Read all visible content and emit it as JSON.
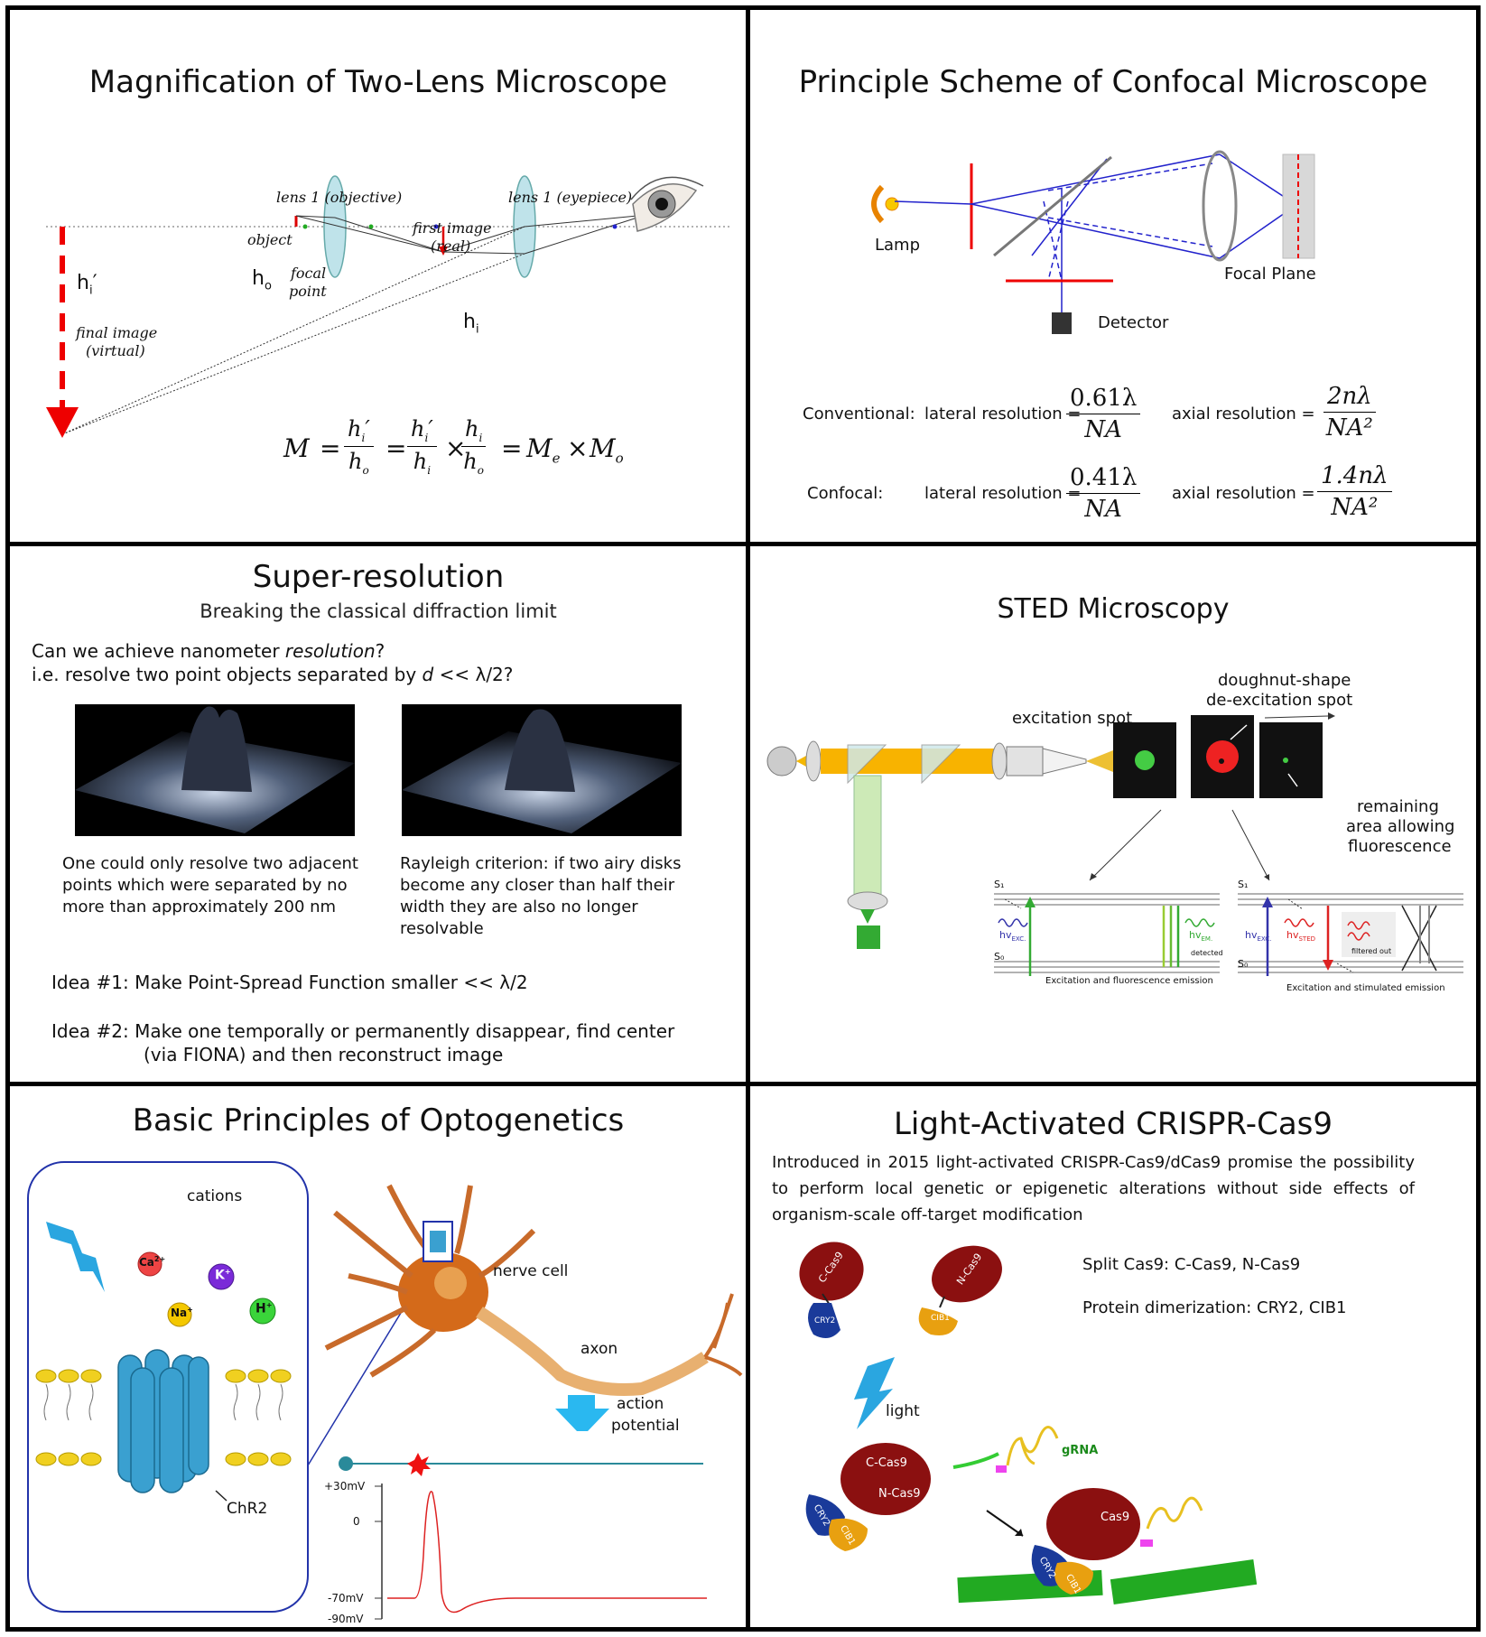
{
  "panel1": {
    "title": "Magnification of Two-Lens Microscope",
    "lens1_label": "lens 1 (objective)",
    "lens2_label": "lens 1 (eyepiece)",
    "object_label": "object",
    "first_image_label_1": "first image",
    "first_image_label_2": "(real)",
    "focal_label_1": "focal",
    "focal_label_2": "point",
    "ho_label": "h",
    "ho_sub": "o",
    "hi_label": "h",
    "hi_sub": "i",
    "hiprime_label": "h",
    "hiprime_sub": "i",
    "hiprime_mark": "′",
    "final_image_1": "final image",
    "final_image_2": "(virtual)",
    "formula": {
      "M": "M",
      "eq": "=",
      "times": "×",
      "Me": "M",
      "Me_sub": "e",
      "Mo": "M",
      "Mo_sub": "o"
    }
  },
  "panel2": {
    "title": "Principle Scheme of Confocal Microscope",
    "lamp": "Lamp",
    "focal_plane": "Focal Plane",
    "detector": "Detector",
    "conventional": "Conventional:",
    "confocal": "Confocal:",
    "lateral": "lateral resolution =",
    "axial": "axial resolution =",
    "conv_lat_num": "0.61λ",
    "conv_ax_num": "2nλ",
    "conf_lat_num": "0.41λ",
    "conf_ax_num": "1.4nλ",
    "den_na": "NA",
    "den_na2": "NA²"
  },
  "panel3": {
    "title": "Super-resolution",
    "subtitle": "Breaking the classical diffraction limit",
    "q1a": "Can we achieve nanometer ",
    "q1b": "resolution",
    "q1c": "?",
    "q2a": "i.e. resolve two point objects separated by ",
    "q2b": "d",
    "q2c": " << λ/2?",
    "cap_left": "One could only resolve two adjacent points which were separated by no more than approximately 200 nm",
    "cap_right": "Rayleigh criterion: if two airy disks become any closer than half their width they are also no longer resolvable",
    "idea1": "Idea #1: Make Point-Spread Function smaller << λ/2",
    "idea2a": "Idea #2: Make one temporally or permanently disappear, find center",
    "idea2b": "(via FIONA) and then reconstruct image"
  },
  "panel4": {
    "title": "STED Microscopy",
    "excitation_spot": "excitation spot",
    "doughnut_1": "doughnut-shape",
    "doughnut_2": "de-excitation spot",
    "remaining_1": "remaining",
    "remaining_2": "area allowing",
    "remaining_3": "fluorescence",
    "s1": "S₁",
    "s0": "S₀",
    "hv_exc": "hv",
    "hv_exc_sub": "EXC.",
    "hv_em": "hv",
    "hv_em_sub": "EM.",
    "detected": "detected",
    "hv_sted": "hv",
    "hv_sted_sub": "STED",
    "filtered_out": "filtered out",
    "diag1_caption": "Excitation and fluorescence emission",
    "diag2_caption": "Excitation and stimulated emission"
  },
  "panel5": {
    "title": "Basic Principles of Optogenetics",
    "cations": "cations",
    "ca": "Ca",
    "ca_sup": "2+",
    "k": "K",
    "k_sup": "+",
    "na": "Na",
    "na_sup": "+",
    "h": "H",
    "h_sup": "+",
    "chr2": "ChR2",
    "nerve_cell": "nerve cell",
    "axon": "axon",
    "action_1": "action",
    "action_2": "potential",
    "mv_p30": "+30mV",
    "mv_0": "0",
    "mv_m70": "-70mV",
    "mv_m90": "-90mV"
  },
  "panel6": {
    "title": "Light-Activated CRISPR-Cas9",
    "intro": "Introduced in 2015 light-activated CRISPR-Cas9/dCas9 promise the possibility to perform local genetic or epigenetic alterations without side effects of organism-scale off-target modification",
    "split": "Split Cas9: C-Cas9, N-Cas9",
    "dimer": "Protein dimerization: CRY2, CIB1",
    "c_cas9": "C-Cas9",
    "n_cas9": "N-Cas9",
    "cry2": "CRY2",
    "cib1": "CIB1",
    "light": "light",
    "grna": "gRNA",
    "cas9": "Cas9"
  }
}
